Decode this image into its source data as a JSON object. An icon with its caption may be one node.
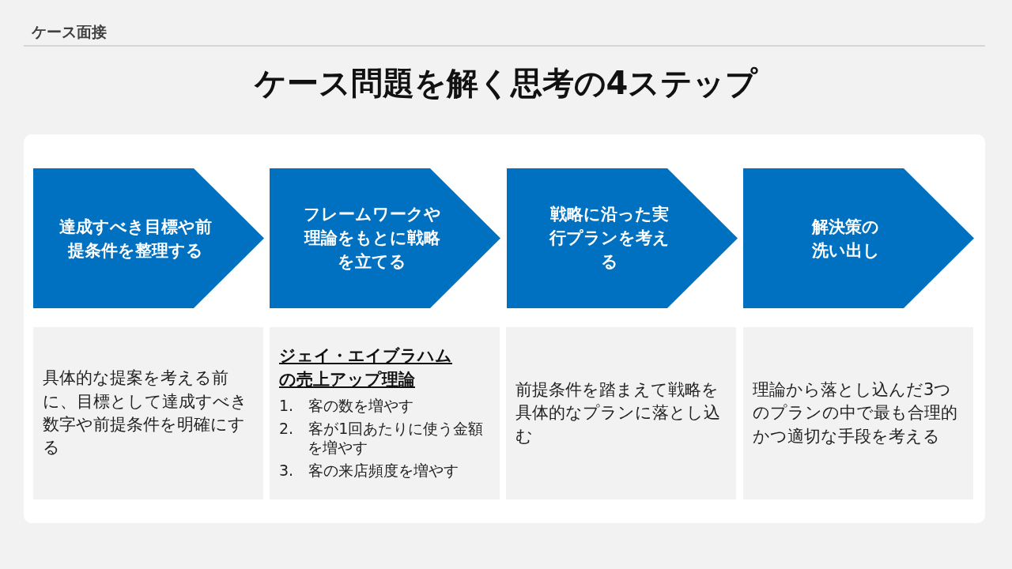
{
  "diagram": {
    "title": "ケース問題を解く思考の4ステップ",
    "nodes": [
      {
        "text": [
          "達成すべき目標や前提条件を整理する"
        ]
      },
      {
        "text": [
          "フレームワークや理論をもとに戦略を立てる"
        ]
      },
      {
        "text": [
          "戦略に沿った実行プランを考える"
        ]
      },
      {
        "text": [
          "解決策の洗い出し"
        ]
      },
      {
        "text": [
          "具体的な提案を考える前に、目標として達成すべき数字や前提条件を明確にする"
        ]
      },
      {
        "text": [
          "ジェイ・エイブラハムの売上アップ理論",
          "1.　客の数を増やす",
          "2.　客が1回あたりに使う金額を増やす",
          "3.　客の来店頻度を増やす"
        ]
      },
      {
        "text": [
          "前提条件を踏まえて戦略を具体的なプランに落とし込む"
        ]
      },
      {
        "text": [
          "理論から落とし込んだ3つのプランの中で最も合理的かつ適切な手段を考える"
        ]
      }
    ],
    "labels": [
      "ケース面接"
    ]
  }
}
